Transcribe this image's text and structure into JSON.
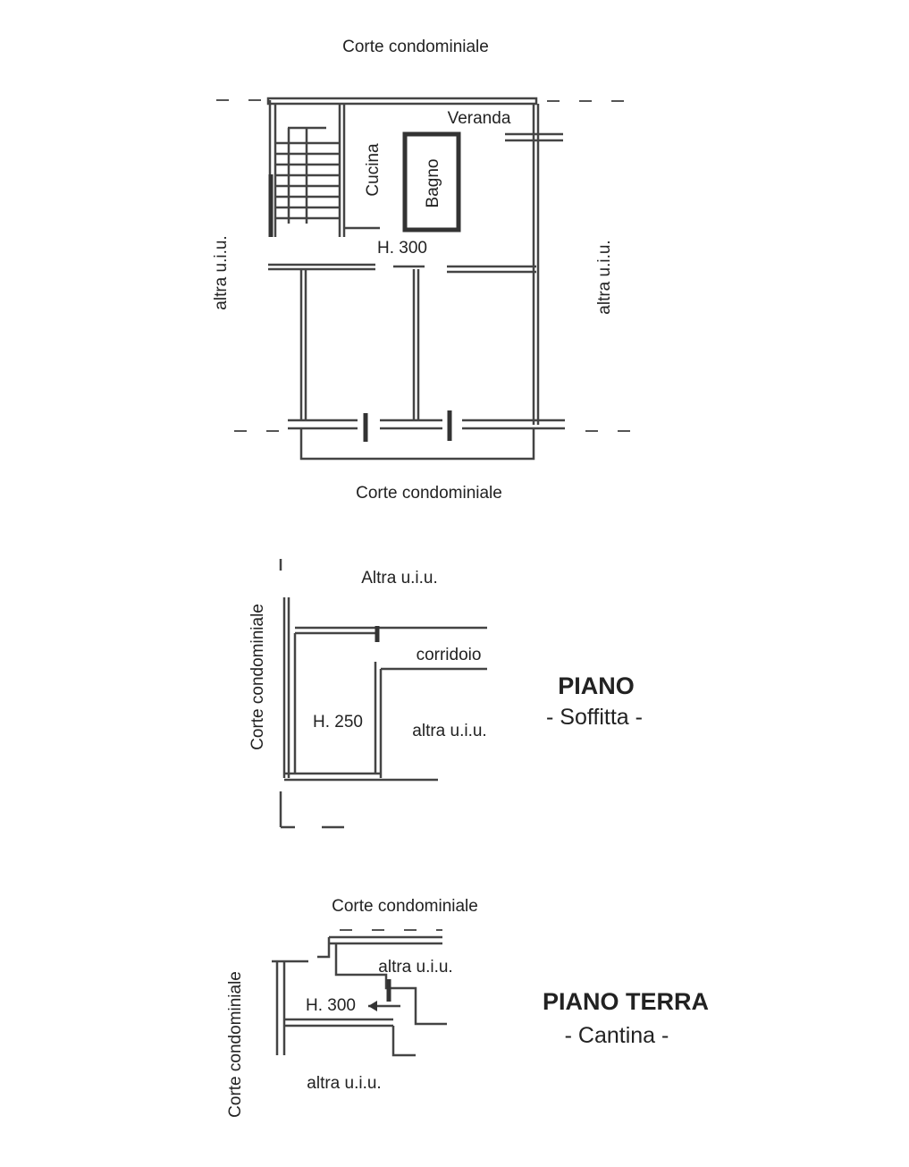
{
  "first_floor": {
    "top_label": "Corte condominiale",
    "bottom_label": "Corte condominiale",
    "left_label": "altra u.i.u.",
    "right_label": "altra u.i.u.",
    "rooms": {
      "veranda": "Veranda",
      "kitchen": "Cucina",
      "bathroom": "Bagno"
    },
    "height": "H. 300"
  },
  "attic": {
    "top_label": "Altra u.i.u.",
    "left_label": "Corte condominiale",
    "corridor": "corridoio",
    "height": "H. 250",
    "right_label": "altra u.i.u.",
    "title": "PIANO",
    "subtitle": "- Soffitta -"
  },
  "ground_floor": {
    "top_label": "Corte condominiale",
    "neighbor_label": "altra u.i.u.",
    "height": "H. 300",
    "left_label": "Corte condominiale",
    "bottom_label": "altra u.i.u.",
    "title": "PIANO TERRA",
    "subtitle": "- Cantina -"
  }
}
